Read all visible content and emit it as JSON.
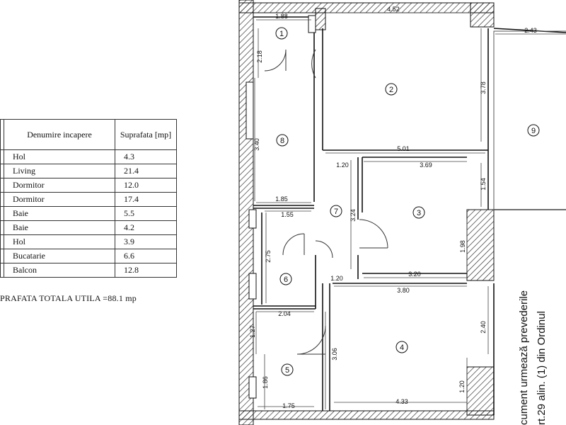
{
  "table": {
    "header_name": "Denumire incapere",
    "header_area": "Suprafata [mp]",
    "rows": [
      {
        "name": "Hol",
        "area": "4.3"
      },
      {
        "name": "Living",
        "area": "21.4"
      },
      {
        "name": "Dormitor",
        "area": "12.0"
      },
      {
        "name": "Dormitor",
        "area": "17.4"
      },
      {
        "name": "Baie",
        "area": "5.5"
      },
      {
        "name": "Baie",
        "area": "4.2"
      },
      {
        "name": "Hol",
        "area": "3.9"
      },
      {
        "name": "Bucatarie",
        "area": "6.6"
      },
      {
        "name": "Balcon",
        "area": "12.8"
      }
    ],
    "total": "PRAFATA TOTALA UTILA  =88.1 mp"
  },
  "plan": {
    "rooms": [
      "1",
      "2",
      "3",
      "4",
      "5",
      "6",
      "7",
      "8",
      "9"
    ],
    "dimensions": {
      "d_1_88": "1.88",
      "d_4_52": "4.52",
      "d_2_43": "2.43",
      "d_2_18": "2.18",
      "d_3_78": "3.78",
      "d_3_40": "3.40",
      "d_5_01": "5.01",
      "d_3_69": "3.69",
      "d_1_20_top": "1.20",
      "d_1_54": "1.54",
      "d_1_85": "1.85",
      "d_1_55": "1.55",
      "d_3_24": "3.24",
      "d_2_75": "2.75",
      "d_1_98": "1.98",
      "d_1_20_mid": "1.20",
      "d_3_20": "3.20",
      "d_3_80": "3.80",
      "d_2_04": "2.04",
      "d_1_27": "1.27",
      "d_2_40": "2.40",
      "d_3_06": "3.06",
      "d_1_86": "1.86",
      "d_1_20_bot": "1.20",
      "d_1_75": "1.75",
      "d_4_33": "4.33"
    }
  },
  "note": {
    "line1": "cument urmează prevederile",
    "line2": "rt.29 alin. (1) din Ordinul"
  }
}
